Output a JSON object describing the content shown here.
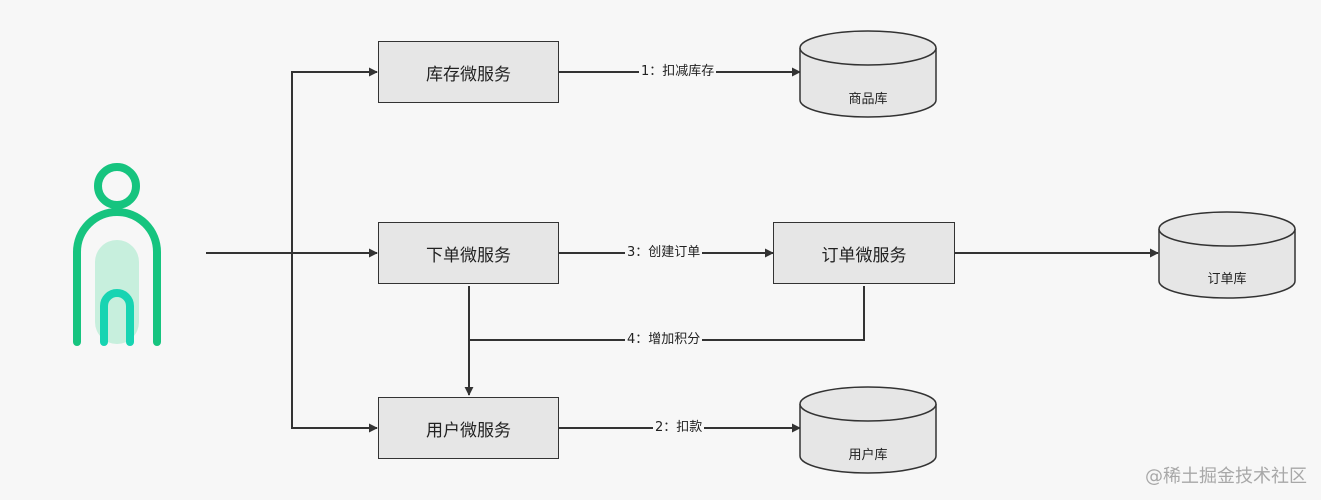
{
  "services": {
    "inventory": "库存微服务",
    "order_place": "下单微服务",
    "order": "订单微服务",
    "user": "用户微服务"
  },
  "databases": {
    "product": "商品库",
    "order": "订单库",
    "user": "用户库"
  },
  "edges": {
    "deduct_stock": "1：扣减库存",
    "deduct_payment": "2：扣款",
    "create_order": "3：创建订单",
    "add_points": "4：增加积分"
  },
  "watermark": "@稀土掘金技术社区",
  "icons": {
    "actor": "user-person-icon"
  },
  "colors": {
    "background": "#f7f7f7",
    "box_fill": "#e6e6e6",
    "line": "#333333",
    "actor_green": "#16c47f",
    "actor_light": "#c7efdd"
  }
}
